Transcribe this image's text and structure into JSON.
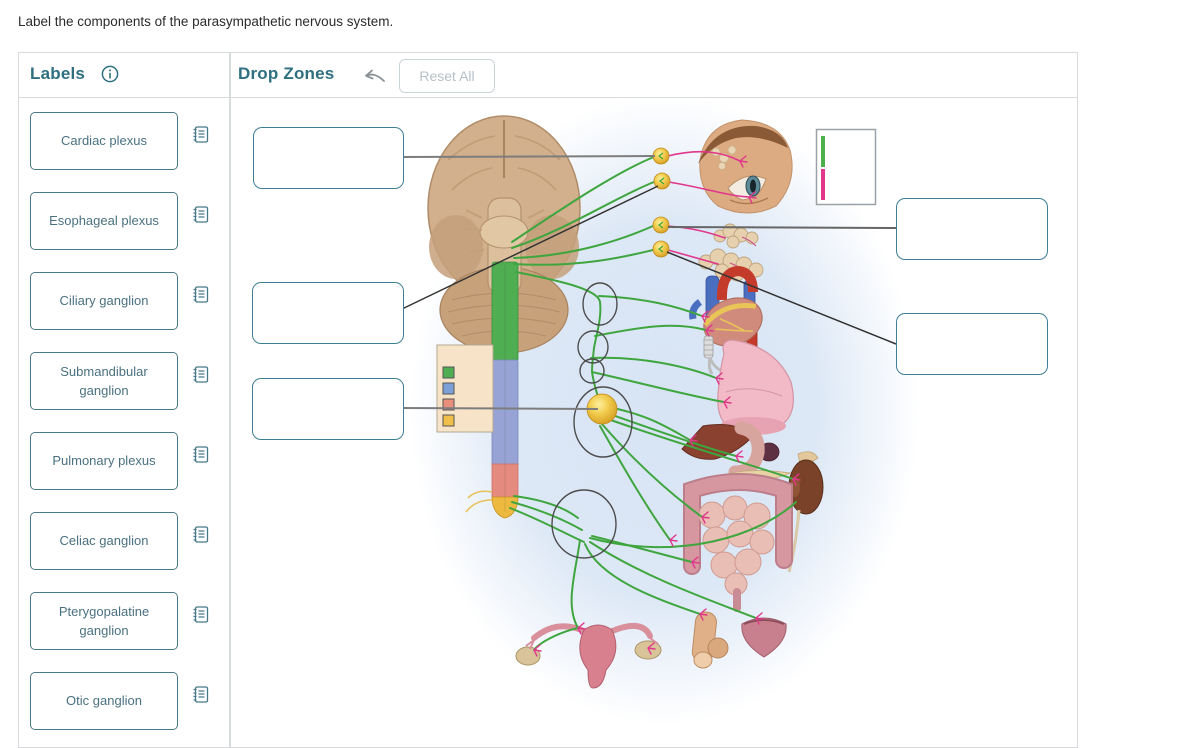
{
  "instruction": "Label the components of the parasympathetic nervous system.",
  "labels_panel": {
    "title": "Labels",
    "items": [
      {
        "label": "Cardiac plexus"
      },
      {
        "label": "Esophageal plexus"
      },
      {
        "label": "Ciliary ganglion"
      },
      {
        "label": "Submandibular ganglion"
      },
      {
        "label": "Pulmonary plexus"
      },
      {
        "label": "Celiac ganglion"
      },
      {
        "label": "Pterygopalatine ganglion"
      },
      {
        "label": "Otic ganglion"
      }
    ]
  },
  "drop_zones_panel": {
    "title": "Drop Zones",
    "reset_button_label": "Reset All",
    "zones": [
      {
        "id": "zone-1",
        "value": ""
      },
      {
        "id": "zone-2",
        "value": ""
      },
      {
        "id": "zone-3",
        "value": ""
      },
      {
        "id": "zone-4",
        "value": ""
      },
      {
        "id": "zone-5",
        "value": ""
      }
    ]
  },
  "icons": {
    "labels_info": "info-icon",
    "undo": "undo-arrow-icon",
    "chip_note": "note-list-icon"
  },
  "diagram": {
    "fiber_key_colors": {
      "preganglionic_green": "#4cb04c",
      "postganglionic_pink": "#e0368c"
    },
    "cord_segment_key_colors": [
      "#4fae52",
      "#7b9fd6",
      "#e88f7c",
      "#efbf49"
    ],
    "ganglion_color": "#f0c83f"
  },
  "colors": {
    "accent_teal": "#2e6f80",
    "chip_border": "#48788c",
    "chip_text": "#4a7181",
    "dropzone_border": "#3f7e96",
    "panel_border": "#d8dbdc",
    "muted_button_text": "#b7c0c6"
  }
}
